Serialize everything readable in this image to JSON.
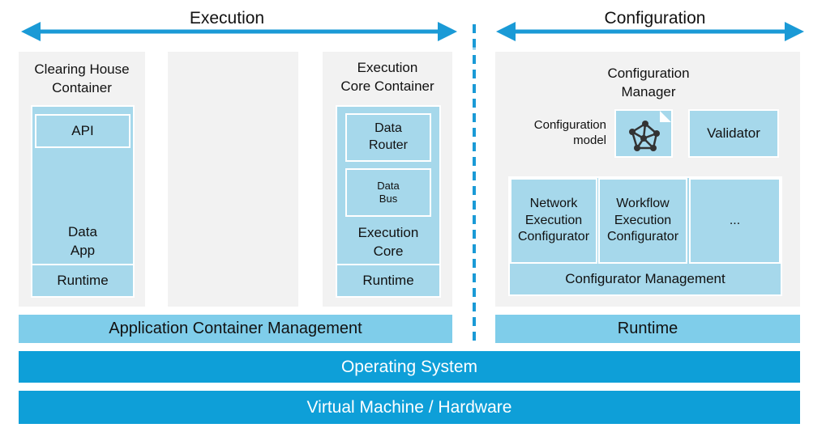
{
  "header": {
    "execution": "Execution",
    "configuration": "Configuration"
  },
  "clearing_house": {
    "title": "Clearing House\nContainer",
    "api": "API",
    "data_app": "Data\nApp",
    "runtime": "Runtime"
  },
  "execution_core_container": {
    "title": "Execution\nCore Container",
    "data_router": "Data\nRouter",
    "data_bus": "Data\nBus",
    "execution_core": "Execution\nCore",
    "runtime": "Runtime"
  },
  "configuration_panel": {
    "title": "Configuration\nManager",
    "model_label": "Configuration\nmodel",
    "validator": "Validator",
    "configurators": [
      "Network\nExecution\nConfigurator",
      "Workflow\nExecution\nConfigurator",
      "..."
    ],
    "configurator_management": "Configurator Management"
  },
  "layers": {
    "application_container_management": "Application Container Management",
    "runtime": "Runtime",
    "operating_system": "Operating System",
    "virtual_machine_hardware": "Virtual Machine / Hardware"
  },
  "colors": {
    "arrow": "#1a9ad6",
    "light_blue": "#a6d8eb",
    "mid_blue": "#7fcdea",
    "dark_blue": "#0e9fd8",
    "grey": "#f2f2f2"
  }
}
